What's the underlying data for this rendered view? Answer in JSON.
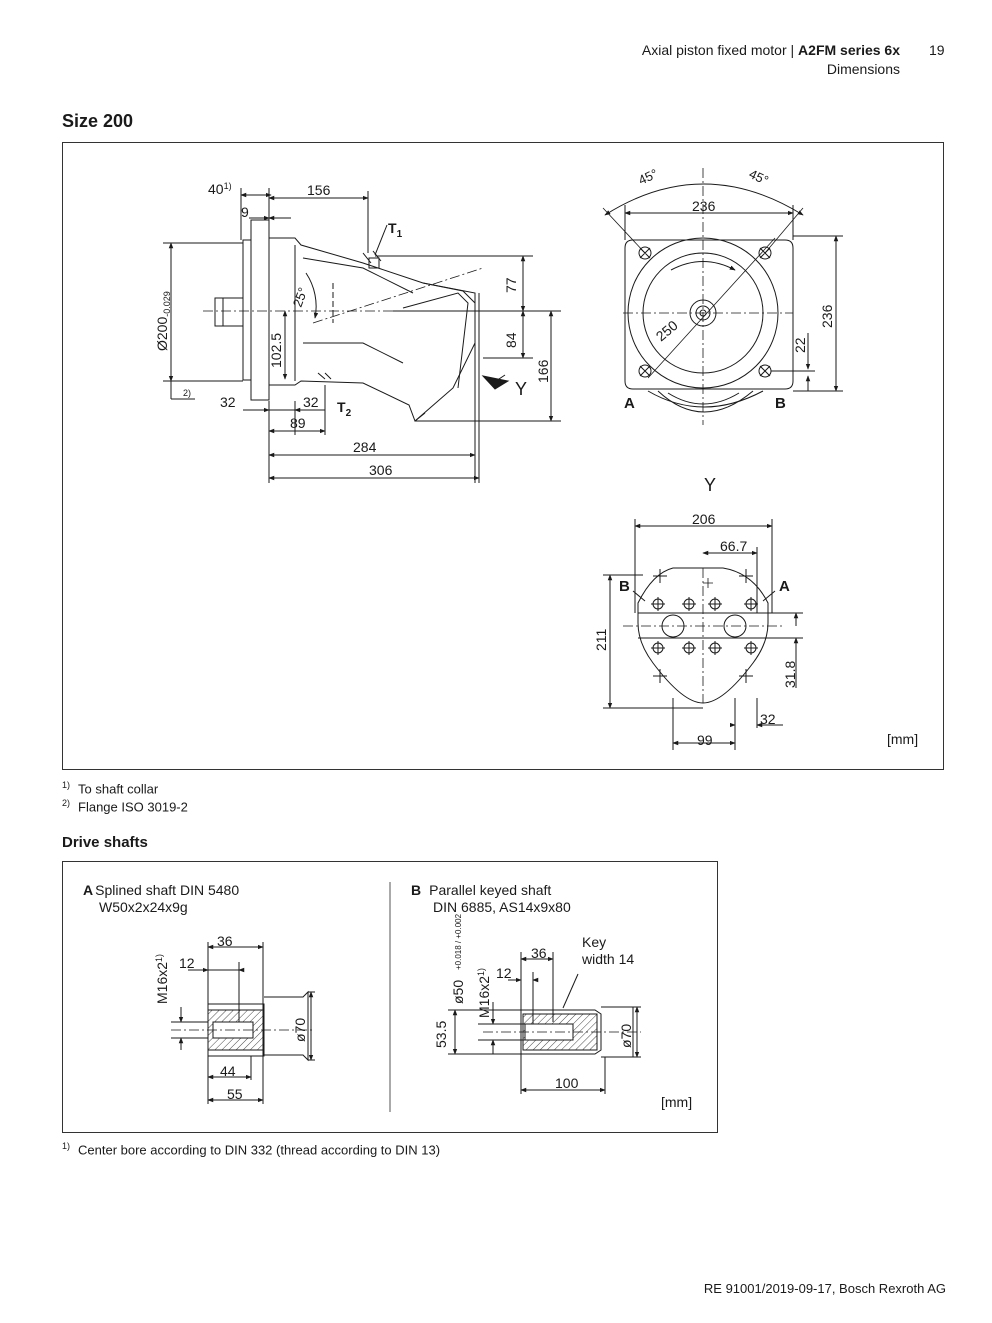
{
  "header": {
    "doc_title": "Axial piston fixed motor",
    "separator": "|",
    "series": "A2FM series 6x",
    "section": "Dimensions",
    "page_number": "19"
  },
  "size_title": "Size 200",
  "figure1": {
    "unit": "[mm]",
    "side_view": {
      "dims": [
        "40",
        "9",
        "156",
        "77",
        "84",
        "166",
        "102.5",
        "32",
        "32",
        "89",
        "284",
        "306"
      ],
      "diameter_label": "Ø200",
      "diameter_tol": "-0.029",
      "angle": "25°",
      "footnote_ref_1": "1)",
      "footnote_ref_2": "2)",
      "port_t1": "T",
      "port_t1_sub": "1",
      "port_t2": "T",
      "port_t2_sub": "2",
      "view_arrow": "Y"
    },
    "front_view": {
      "angle_left": "45°",
      "angle_right": "45°",
      "width": "236",
      "height": "236",
      "radius": "250",
      "offset": "22",
      "port_a": "A",
      "port_b": "B"
    },
    "view_y": {
      "title": "Y",
      "dims": [
        "206",
        "66.7",
        "211",
        "31.8",
        "32",
        "99"
      ],
      "port_b": "B",
      "port_a": "A"
    }
  },
  "footnotes1": [
    {
      "mark": "1)",
      "text": "To shaft collar"
    },
    {
      "mark": "2)",
      "text": "Flange ISO 3019-2"
    }
  ],
  "drive_title": "Drive shafts",
  "figure2": {
    "unit": "[mm]",
    "shaft_a": {
      "letter": "A",
      "line1": "Splined shaft DIN 5480",
      "line2": "W50x2x24x9g",
      "thread": "M16x2",
      "thread_ref": "1)",
      "dims": [
        "36",
        "12",
        "44",
        "55"
      ],
      "diameter": "ø70"
    },
    "shaft_b": {
      "letter": "B",
      "line1": "Parallel keyed shaft",
      "line2": "DIN 6885, AS14x9x80",
      "key_line1": "Key",
      "key_line2": "width  14",
      "diameter": "ø50",
      "diameter_tol": "+0.018 / +0.002",
      "thread": "M16x2",
      "thread_ref": "1)",
      "dims": [
        "36",
        "12",
        "53.5",
        "100"
      ],
      "diameter2": "ø70"
    }
  },
  "footnotes2": [
    {
      "mark": "1)",
      "text": "Center bore according to DIN 332 (thread according to DIN 13)"
    }
  ],
  "footer": "RE 91001/2019-09-17, Bosch Rexroth AG"
}
